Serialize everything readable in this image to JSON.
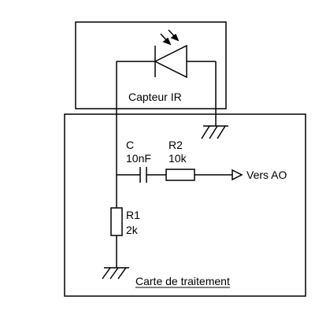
{
  "sensor_box": {
    "label": "Capteur IR"
  },
  "board_box": {
    "label": "Carte de traitement"
  },
  "capacitor": {
    "name": "C",
    "value": "10nF"
  },
  "resistor_2": {
    "name": "R2",
    "value": "10k"
  },
  "resistor_1": {
    "name": "R1",
    "value": "2k"
  },
  "output": {
    "label": "Vers AO"
  },
  "colors": {
    "stroke": "#000000",
    "background": "#ffffff"
  }
}
